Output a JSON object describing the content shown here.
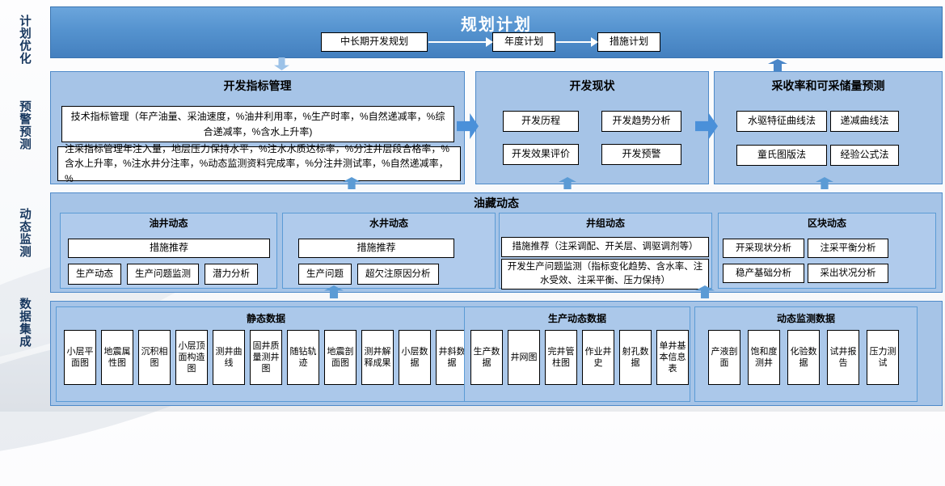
{
  "side_labels": [
    {
      "label": "计划优化"
    },
    {
      "label": "预警预测"
    },
    {
      "label": "动态监测"
    },
    {
      "label": "数据集成"
    }
  ],
  "top_band": {
    "title": "规划计划",
    "steps": [
      "中长期开发规划",
      "年度计划",
      "措施计划"
    ]
  },
  "row2": {
    "dev_indicators": {
      "title": "开发指标管理",
      "tech_indicator": "技术指标管理（年产油量、采油速度，%油井利用率，%生产时率，%自然递减率，%综合递减率，%含水上升率)",
      "injection_indicator": "注采指标管理年注入量，地层压力保持水平，%注水水质达标率，%分注井层段合格率，%含水上升率，%注水井分注率，%动态监测资料完成率，%分注井测试率，%自然递减率，%"
    },
    "dev_status": {
      "title": "开发现状",
      "items": [
        "开发历程",
        "开发趋势分析",
        "开发效果评价",
        "开发预警"
      ]
    },
    "recovery": {
      "title": "采收率和可采储量预测",
      "items": [
        "水驱特征曲线法",
        "递减曲线法",
        "童氏图版法",
        "经验公式法"
      ]
    }
  },
  "row3": {
    "title": "油藏动态",
    "oil_well": {
      "title": "油井动态",
      "wide": "措施推荐",
      "items": [
        "生产动态",
        "生产问题监测",
        "潜力分析"
      ]
    },
    "water_well": {
      "title": "水井动态",
      "wide": "措施推荐",
      "items": [
        "生产问题",
        "超欠注原因分析"
      ]
    },
    "well_group": {
      "title": "井组动态",
      "measure": "措施推荐（注采调配、开关层、调驱调剂等）",
      "monitor": "开发生产问题监测（指标变化趋势、含水率、注水受效、注采平衡、压力保持）"
    },
    "block": {
      "title": "区块动态",
      "items": [
        "开采现状分析",
        "注采平衡分析",
        "稳产基础分析",
        "采出状况分析"
      ]
    }
  },
  "row4": {
    "static_data": {
      "title": "静态数据",
      "items": [
        "小层平面图",
        "地震属性图",
        "沉积相图",
        "小层顶面构造图",
        "测井曲线",
        "固井质量测井图",
        "随钻轨迹",
        "地震剖面图",
        "测井解释成果",
        "小层数据",
        "井斜数据"
      ]
    },
    "production_data": {
      "title": "生产动态数据",
      "items": [
        "生产数据",
        "井网图",
        "完井管柱图",
        "作业井史",
        "射孔数据",
        "单井基本信息表"
      ]
    },
    "monitoring_data": {
      "title": "动态监测数据",
      "items": [
        "产液剖面",
        "饱和度测井",
        "化验数据",
        "试井报告",
        "压力测试"
      ]
    }
  },
  "colors": {
    "band_top": "#6ba5dc",
    "band_bottom": "#4480bf",
    "panel_fill": "#a6c4e7",
    "panel_border": "#4e8ac9",
    "subpanel_fill": "#b0cbec",
    "arrow_blue": "#5b9bd5",
    "arrow_light": "#9cc2e8",
    "arrow_dark": "#4a86c8",
    "side_label_text": "#17375e",
    "node_border": "#000000"
  }
}
